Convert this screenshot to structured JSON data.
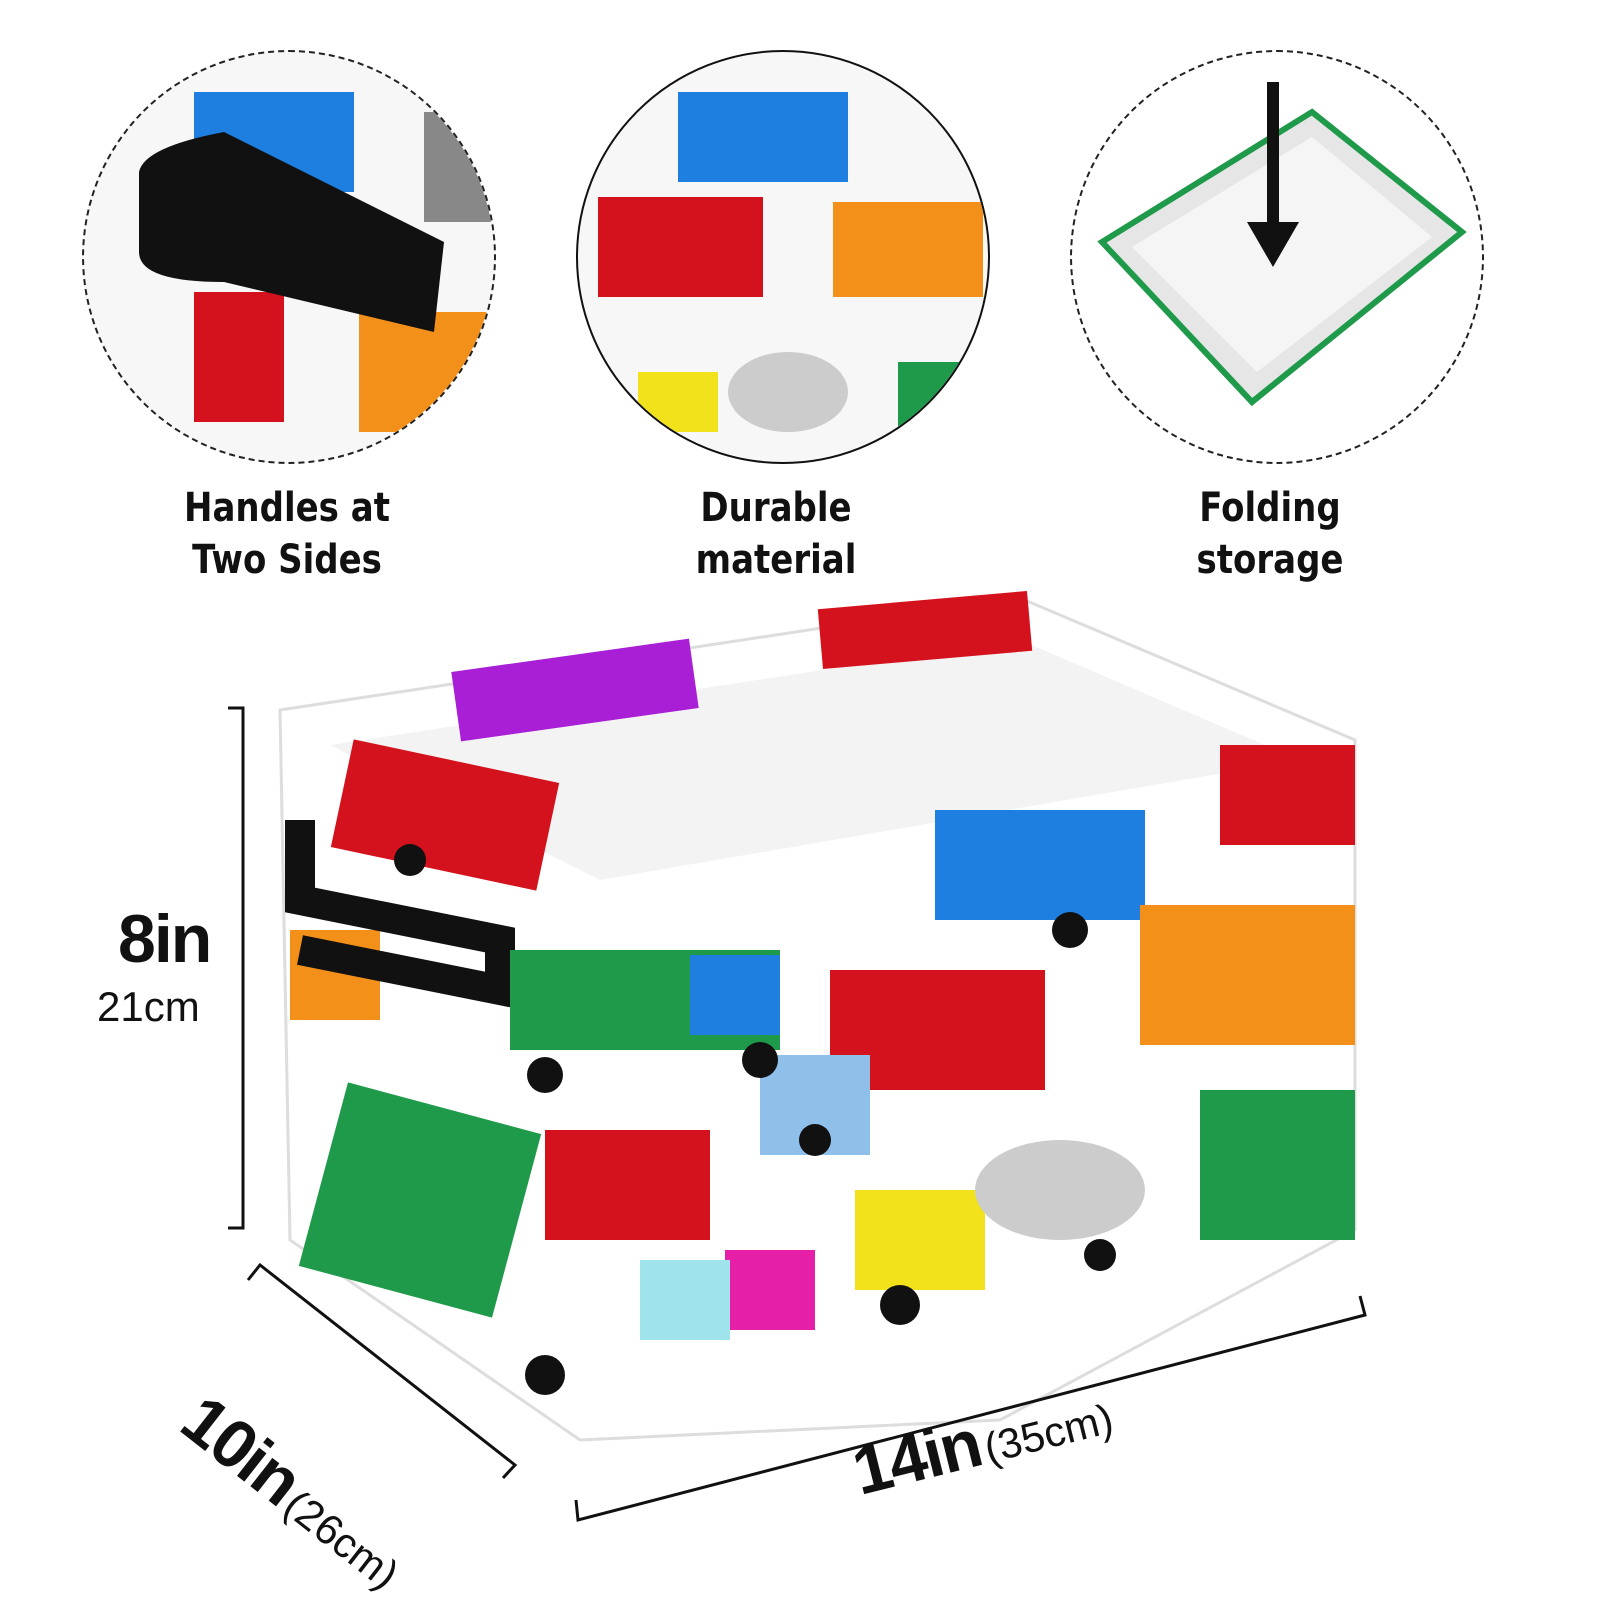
{
  "features": [
    {
      "line1": "Handles at",
      "line2": "Two Sides"
    },
    {
      "line1": "Durable",
      "line2": "material"
    },
    {
      "line1": "Folding",
      "line2": "storage"
    }
  ],
  "dimensions": {
    "height_in": "8in",
    "height_cm": "21cm",
    "depth_in": "10in",
    "depth_cm": "(26cm)",
    "width_in": "14in",
    "width_cm": "(35cm)"
  },
  "colors": {
    "red": "#d4121e",
    "orange": "#f39019",
    "blue": "#1e7fe0",
    "green": "#1f9a4a",
    "purple": "#a81fd6",
    "yellow": "#f2e21b",
    "pink": "#e61fa8"
  }
}
